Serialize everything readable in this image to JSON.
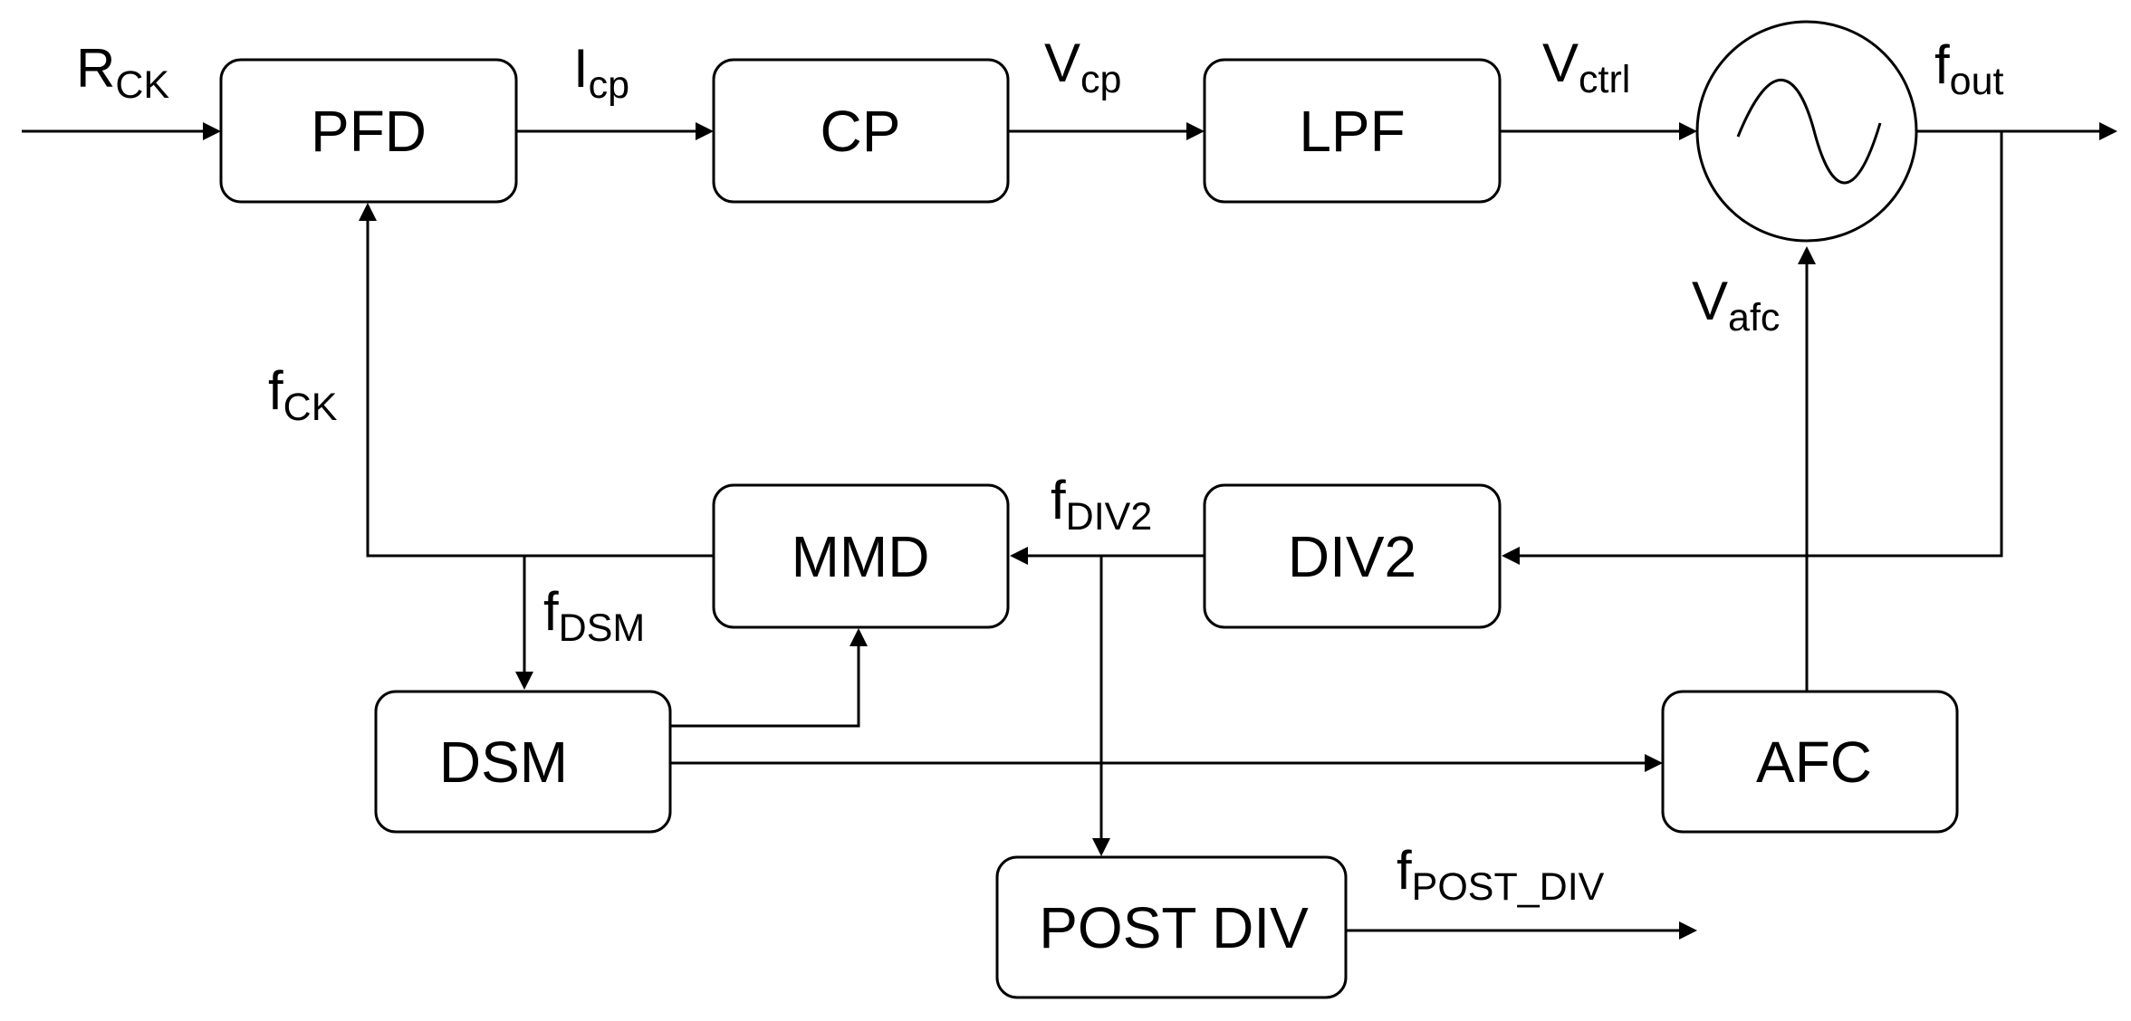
{
  "blocks": {
    "pfd": "PFD",
    "cp": "CP",
    "lpf": "LPF",
    "mmd": "MMD",
    "div2": "DIV2",
    "dsm": "DSM",
    "afc": "AFC",
    "post_div": "POST DIV"
  },
  "signals": {
    "rck": {
      "main": "R",
      "sub": "CK"
    },
    "icp": {
      "main": "I",
      "sub": "cp"
    },
    "vcp": {
      "main": "V",
      "sub": "cp"
    },
    "vctrl": {
      "main": "V",
      "sub": "ctrl"
    },
    "fout": {
      "main": "f",
      "sub": "out"
    },
    "vafc": {
      "main": "V",
      "sub": "afc"
    },
    "fck": {
      "main": "f",
      "sub": "CK"
    },
    "fdiv2": {
      "main": "f",
      "sub": "DIV2"
    },
    "fdsm": {
      "main": "f",
      "sub": "DSM"
    },
    "fpostdiv": {
      "main": "f",
      "sub": "POST_DIV"
    }
  },
  "vco_symbol": "sine-wave-icon"
}
